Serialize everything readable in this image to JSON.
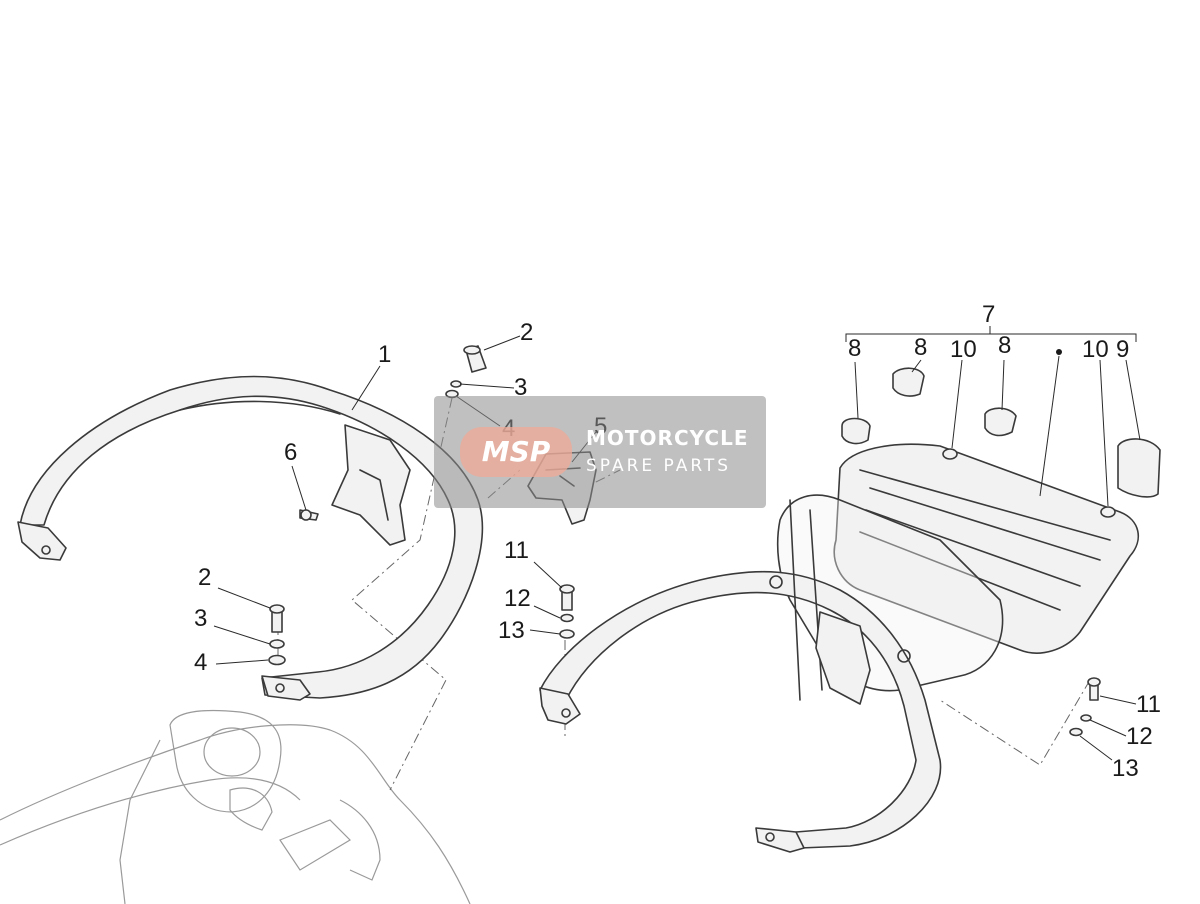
{
  "watermark": {
    "logo": "MSP",
    "line1": "MOTORCYCLE",
    "line2": "SPARE PARTS"
  },
  "callouts": {
    "c1": "1",
    "c2a": "2",
    "c3a": "3",
    "c4a": "4",
    "c5": "5",
    "c6": "6",
    "c2b": "2",
    "c3b": "3",
    "c4b": "4",
    "c11a": "11",
    "c12a": "12",
    "c13a": "13",
    "c7": "7",
    "c8a": "8",
    "c8b": "8",
    "c10a": "10",
    "c8c": "8",
    "c10b": "10",
    "c9": "9",
    "c11b": "11",
    "c12b": "12",
    "c13b": "13"
  },
  "colors": {
    "line": "#3a3a3a",
    "body": "#9a9a9a",
    "watermark": "#8c8c8c"
  }
}
